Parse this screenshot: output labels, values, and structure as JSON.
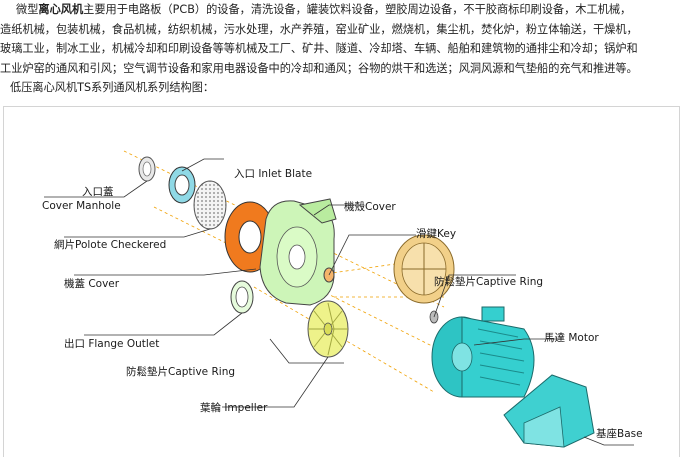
{
  "intro": {
    "line1_prefix": "微型",
    "line1_bold": "离心风机",
    "line1_rest": "主要用于电路板（PCB）的设备，清洗设备，罐装饮料设备，塑胶周边设备，不干胶商标印刷设备，木工机械，",
    "line2": "造纸机械，包装机械，食品机械，纺织机械，污水处理，水产养殖，窑业矿业，燃烧机，集尘机，焚化炉，粉立体输送，干燥机，",
    "line3": "玻璃工业，制冰工业，机械冷却和印刷设备等等机械及工厂、矿井、隧道、冷却塔、车辆、船舶和建筑物的通排尘和冷却；锅炉和",
    "line4": "工业炉窑的通风和引风；空气调节设备和家用电器设备中的冷却和通风；谷物的烘干和选送；风洞风源和气垫船的充气和推进等。",
    "line5": "低压离心风机TS系列通风机系列结构图："
  },
  "labels": {
    "inlet_blate": "入口 Inlet Blate",
    "cover_manhole_cn": "入口蓋",
    "cover_manhole_en": "Cover Manhole",
    "casing": "機殼Cover",
    "polote_checkered": "網片Polote Checkered",
    "key": "滑鍵Key",
    "captive_ring_top": "防鬆墊片Captive Ring",
    "cover": "機蓋 Cover",
    "motor": "馬達 Motor",
    "flange_outlet": "出口 Flange Outlet",
    "captive_ring_bottom": "防鬆墊片Captive Ring",
    "impeller": "葉輪 Impeller",
    "base": "基座Base"
  },
  "colors": {
    "cover_orange": "#f07a1e",
    "casing_green": "#cdf5b8",
    "motor_teal": "#2ec4c4",
    "impeller_yellow": "#eef28a",
    "pulley_tan": "#f2d089",
    "base_teal": "#3fd0d0"
  }
}
